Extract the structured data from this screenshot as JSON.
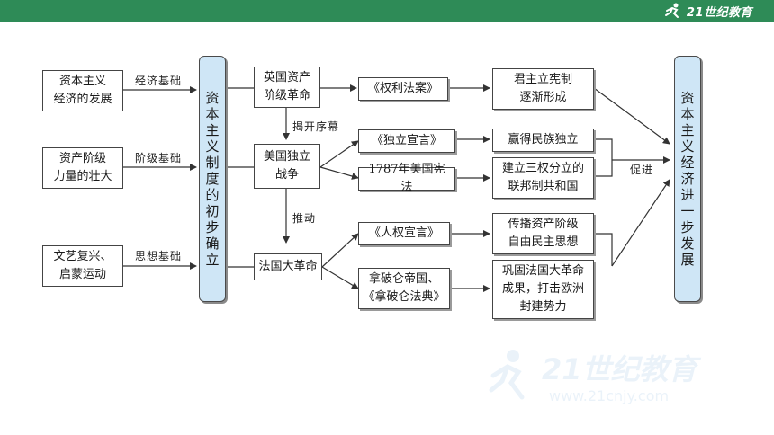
{
  "header": {
    "logo_text": "21世纪教育",
    "accent_color": "#2e8b57"
  },
  "left_boxes": {
    "economy": "资本主义\n经济的发展",
    "class": "资产阶级\n力量的壮大",
    "thought": "文艺复兴、\n启蒙运动"
  },
  "basis_labels": {
    "economic": "经济基础",
    "class": "阶级基础",
    "thought": "思想基础"
  },
  "center_pillar": "资本主义制度的初步确立",
  "revolutions": {
    "england": "英国资产\n阶级革命",
    "america": "美国独立\n战争",
    "france": "法国大革命"
  },
  "arrow_labels": {
    "prelude": "揭开序幕",
    "push": "推动",
    "promote": "促进"
  },
  "documents": {
    "bill_of_rights": "《权利法案》",
    "declaration_independence": "《独立宣言》",
    "constitution_1787": "1787年美国宪法",
    "declaration_rights": "《人权宣言》",
    "napoleon": "拿破仑帝国、\n《拿破仑法典》"
  },
  "results": {
    "constitutional_monarchy": "君主立宪制\n逐渐形成",
    "independence": "赢得民族独立",
    "federal_republic": "建立三权分立的\n联邦制共和国",
    "spread_ideas": "传播资产阶级\n自由民主思想",
    "consolidate": "巩固法国大革命\n成果，打击欧洲\n封建势力"
  },
  "right_pillar": "资本主义经济进一步发展",
  "watermark": {
    "text": "21世纪教育",
    "url": "www.21cnjy.com"
  }
}
